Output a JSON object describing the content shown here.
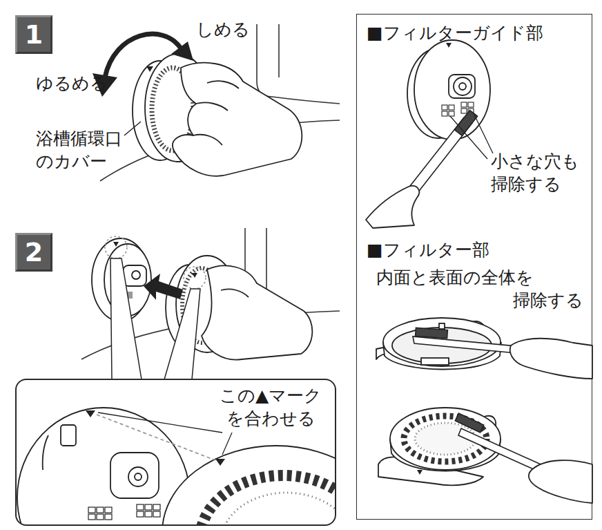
{
  "diagram": {
    "nodes": [
      {
        "text": [
          "1"
        ]
      },
      {
        "text": [
          "2"
        ]
      },
      {
        "text": [
          "この▲マーク を合わせる"
        ]
      },
      {
        "text": [
          "■フィルターガイド部",
          "小さな穴も 掃除する",
          "■フィルター部",
          "内面と表面の全体を 掃除する"
        ]
      }
    ],
    "labels": [
      "しめる",
      "ゆるめる",
      "浴槽循環口 のカバー"
    ]
  }
}
